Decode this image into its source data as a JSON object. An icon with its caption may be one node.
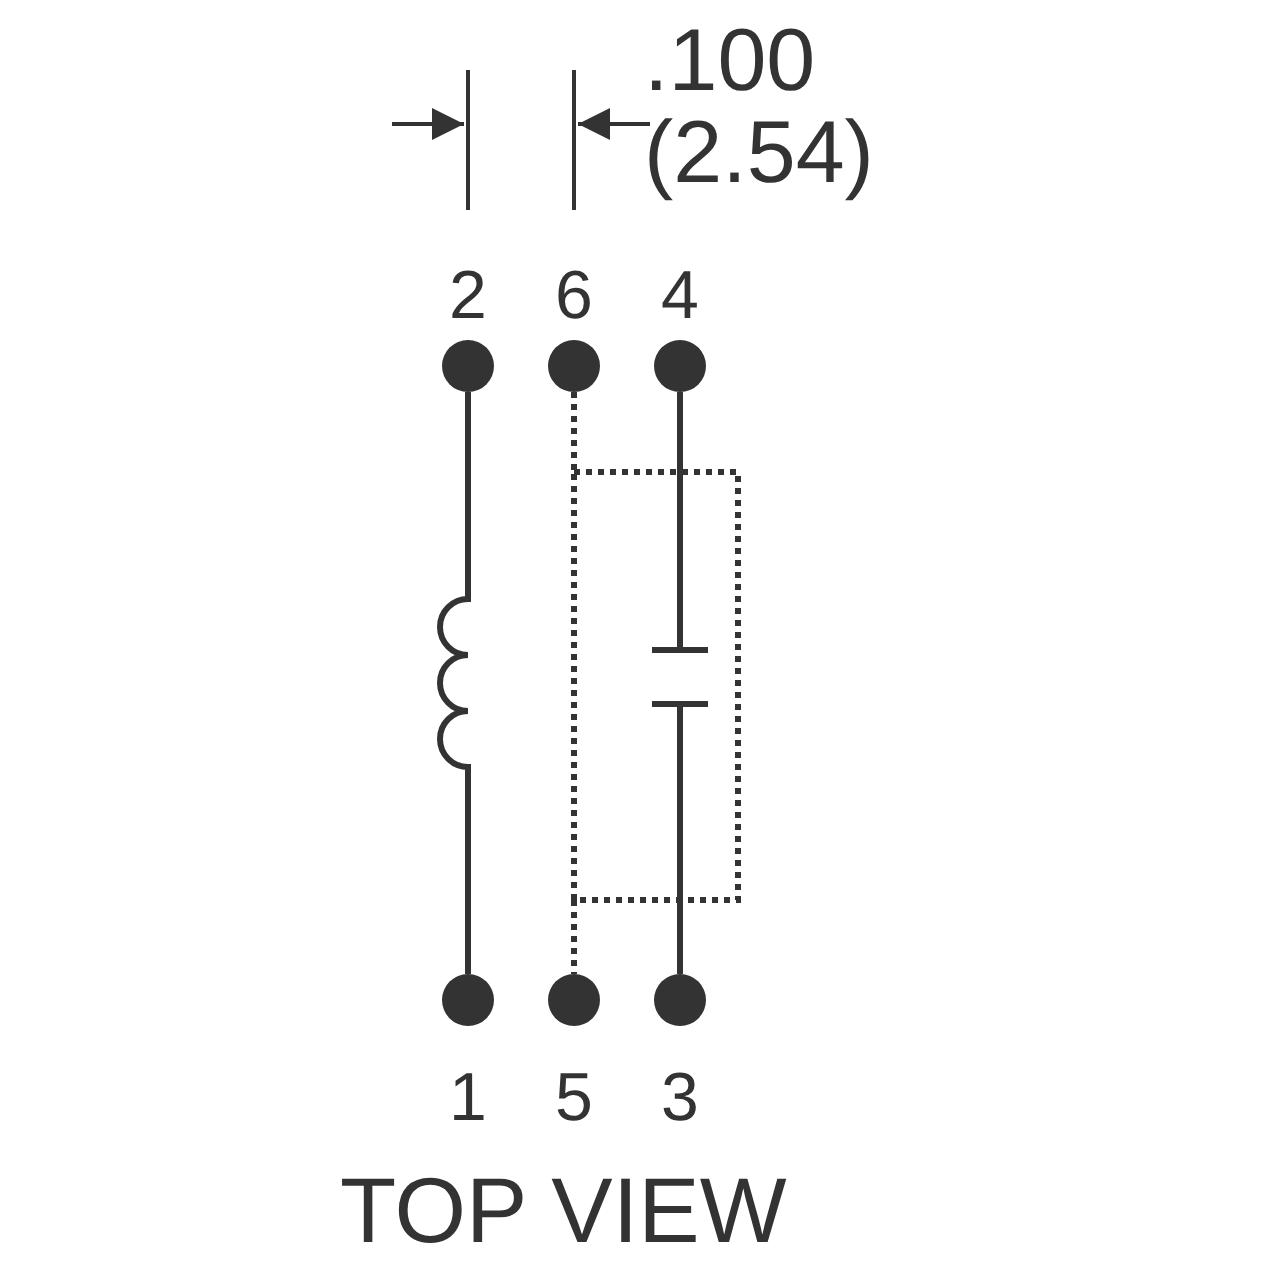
{
  "diagram": {
    "caption": "TOP VIEW",
    "nodes": [
      {
        "text": [],
        "shape": "circle",
        "beside": [
          "2"
        ]
      },
      {
        "text": [],
        "shape": "circle",
        "beside": [
          "6"
        ]
      },
      {
        "text": [],
        "shape": "circle",
        "beside": [
          "4"
        ]
      },
      {
        "text": [],
        "shape": "circle",
        "beside": [
          "1"
        ]
      },
      {
        "text": [],
        "shape": "circle",
        "beside": [
          "5"
        ]
      },
      {
        "text": [],
        "shape": "circle",
        "beside": [
          "3"
        ]
      },
      {
        "text": [],
        "shape": "box"
      },
      {
        "text": [],
        "shape": "capacitor",
        "in": 6
      }
    ],
    "edges": [
      {
        "from": 0,
        "to": 3,
        "arrow": "none"
      },
      {
        "from": 1,
        "to": 6,
        "arrow": "none",
        "style": "dashed"
      },
      {
        "from": 6,
        "to": 4,
        "arrow": "none",
        "style": "dashed"
      },
      {
        "from": 2,
        "to": 7,
        "arrow": "none"
      },
      {
        "from": 7,
        "to": 5,
        "arrow": "none"
      }
    ],
    "labels": [
      ".100 (2.54)"
    ]
  }
}
